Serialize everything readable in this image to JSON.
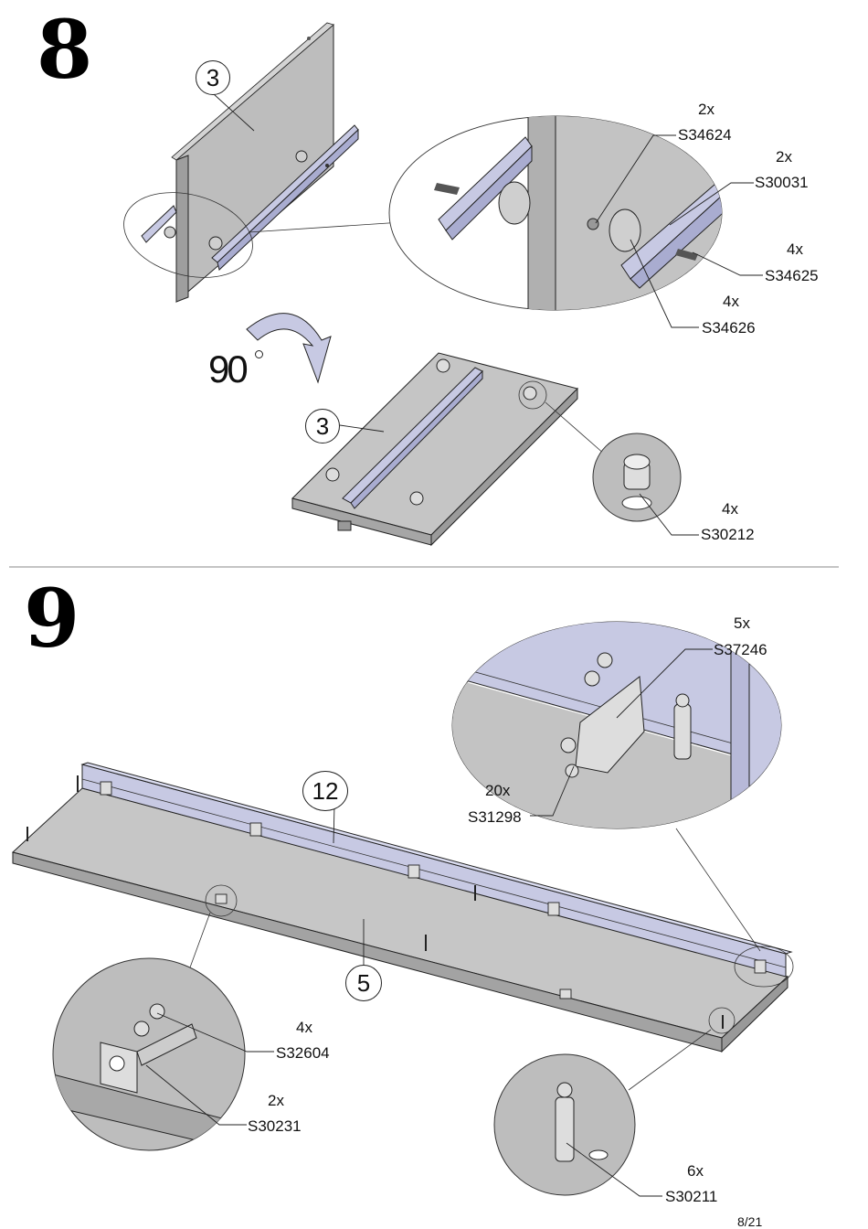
{
  "step8": {
    "number": "8",
    "rotation": "90",
    "part_ref_top": "3",
    "part_ref_bottom": "3",
    "callouts": [
      {
        "qty": "2x",
        "code": "S34624"
      },
      {
        "qty": "2x",
        "code": "S30031"
      },
      {
        "qty": "4x",
        "code": "S34625"
      },
      {
        "qty": "4x",
        "code": "S34626"
      },
      {
        "qty": "4x",
        "code": "S30212"
      }
    ]
  },
  "step9": {
    "number": "9",
    "part_ref_back": "12",
    "part_ref_bottom": "5",
    "callouts": [
      {
        "qty": "5x",
        "code": "S37246"
      },
      {
        "qty": "20x",
        "code": "S31298"
      },
      {
        "qty": "4x",
        "code": "S32604"
      },
      {
        "qty": "2x",
        "code": "S30231"
      },
      {
        "qty": "6x",
        "code": "S30211"
      }
    ]
  },
  "page_number": "8/21",
  "colors": {
    "panel": "#b9b9b9",
    "panel_light": "#c9c9c9",
    "rail": "#c7c9e3",
    "line": "#222222"
  }
}
